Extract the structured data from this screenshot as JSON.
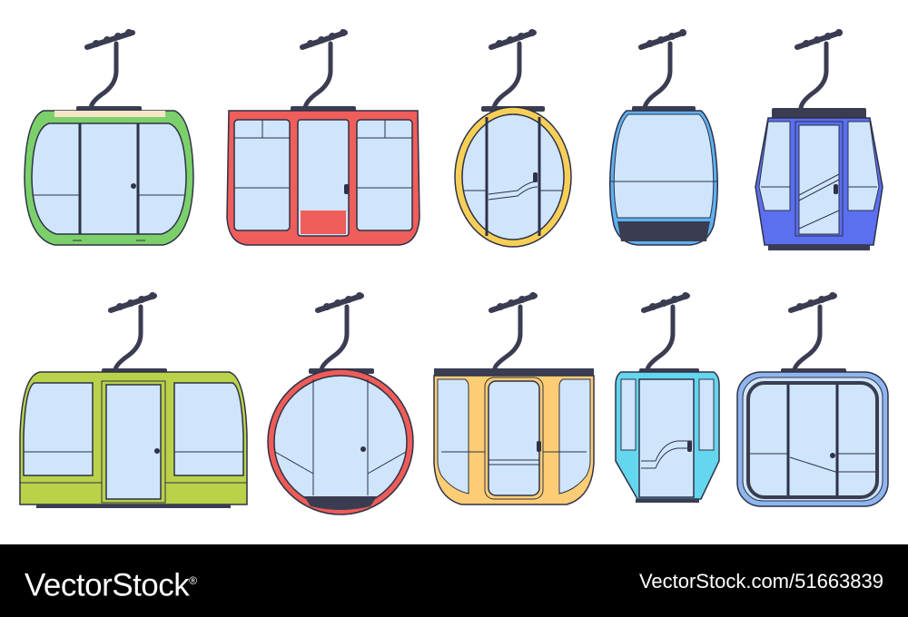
{
  "footer": {
    "brand": "VectorStock",
    "brand_mark": "®",
    "stock_id": "VectorStock.com/51663839"
  },
  "colors": {
    "glass": "#cfe5fb",
    "outline": "#2e3147",
    "arm": "#3a3d52",
    "footer_bg": "#000000",
    "footer_text": "#ffffff",
    "cabin_green": "#7cd06b",
    "cabin_red": "#ef5e5a",
    "cabin_yellow": "#f7cf57",
    "cabin_sky": "#5eb1f0",
    "cabin_blue": "#5b6ff0",
    "cabin_lime": "#b9d24a",
    "cabin_coral": "#ee5c58",
    "cabin_orange": "#fccd74",
    "cabin_cyan": "#64d6ee",
    "cabin_pale_blue": "#8fb5ef"
  },
  "cabins": [
    {
      "name": "green-oval-gondola",
      "color": "cabin_green"
    },
    {
      "name": "red-wide-gondola",
      "color": "cabin_red"
    },
    {
      "name": "yellow-egg-gondola",
      "color": "cabin_yellow"
    },
    {
      "name": "sky-blue-gondola",
      "color": "cabin_sky"
    },
    {
      "name": "blue-hexagon-gondola",
      "color": "cabin_blue"
    },
    {
      "name": "lime-wide-gondola",
      "color": "cabin_lime"
    },
    {
      "name": "coral-round-gondola",
      "color": "cabin_coral"
    },
    {
      "name": "orange-rounded-gondola",
      "color": "cabin_orange"
    },
    {
      "name": "cyan-slim-gondola",
      "color": "cabin_cyan"
    },
    {
      "name": "pale-blue-square-gondola",
      "color": "cabin_pale_blue"
    }
  ]
}
